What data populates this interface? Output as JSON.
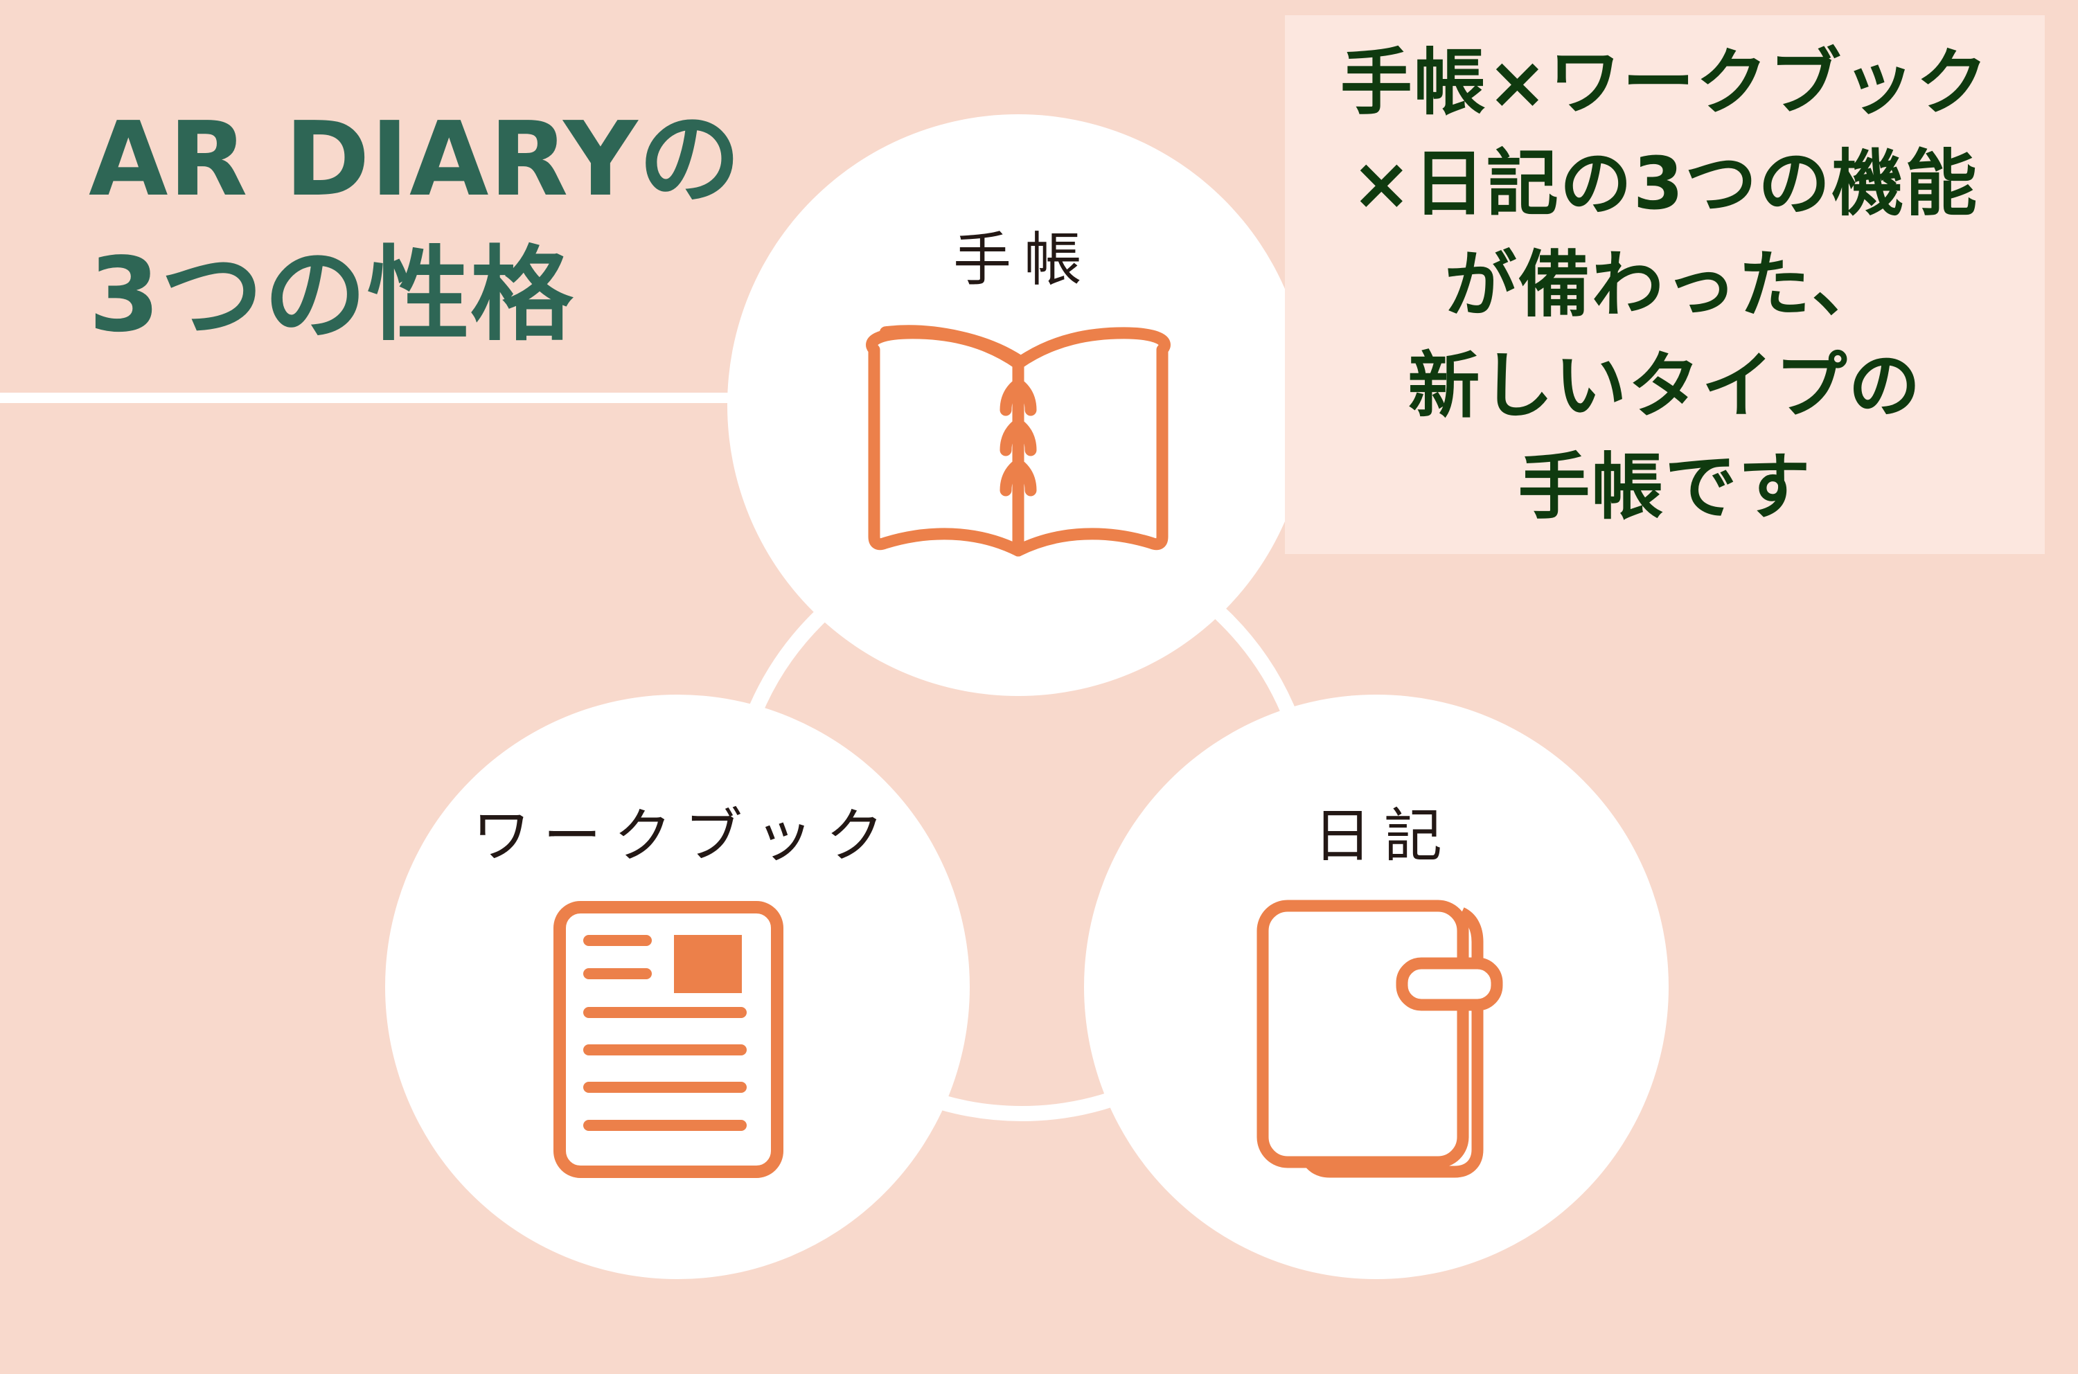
{
  "title": {
    "line1": "AR DIARYの",
    "line2": "3つの性格"
  },
  "info_box": {
    "text": "手帳×ワークブック\n×日記の3つの機能\nが備わった、\n新しいタイプの\n手帳です"
  },
  "circles": [
    {
      "label": "手帳",
      "icon": "open-book-icon"
    },
    {
      "label": "ワークブック",
      "icon": "document-icon"
    },
    {
      "label": "日記",
      "icon": "diary-icon"
    }
  ],
  "colors": {
    "background": "#F8D9CC",
    "info_box_bg": "#FCE7DF",
    "title_text": "#2E6655",
    "info_text": "#0F3A0F",
    "circle_fill": "#FFFFFF",
    "icon_orange": "#EC804A",
    "label_text": "#231815"
  }
}
